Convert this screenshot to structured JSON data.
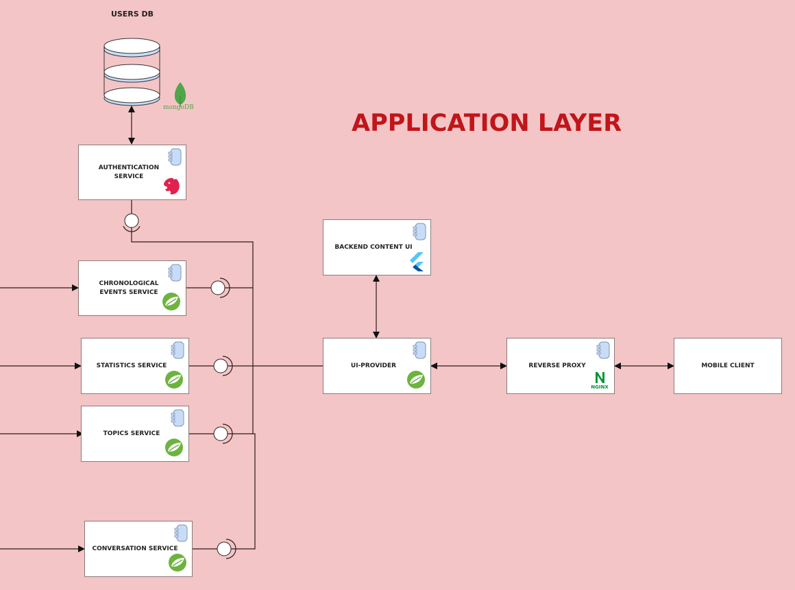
{
  "diagram": {
    "title": "APPLICATION LAYER",
    "colors": {
      "background": "#f4c5c6",
      "title": "#c0161a",
      "box_fill": "#ffffff",
      "component_icon": "#c9dcf7",
      "spring": "#6db33f",
      "nest": "#e0234e",
      "nginx": "#009639",
      "mongodb": "#4fa64b",
      "flutter_light": "#54c5f8",
      "flutter_dark": "#01579b"
    },
    "database": {
      "label": "USERS DB",
      "technology": "mongoDB",
      "icon": "database-cylinder-icon"
    },
    "services": [
      {
        "id": "auth",
        "label": "AUTHENTICATION\nSERVICE",
        "technology": "NestJS",
        "icon": "nestjs-icon"
      },
      {
        "id": "chrono",
        "label": "CHRONOLOGICAL\nEVENTS SERVICE",
        "technology": "Spring",
        "icon": "spring-icon"
      },
      {
        "id": "stats",
        "label": "STATISTICS SERVICE",
        "technology": "Spring",
        "icon": "spring-icon"
      },
      {
        "id": "topics",
        "label": "TOPICS SERVICE",
        "technology": "Spring",
        "icon": "spring-icon"
      },
      {
        "id": "conv",
        "label": "CONVERSATION SERVICE",
        "technology": "Spring",
        "icon": "spring-icon"
      },
      {
        "id": "backend_ui",
        "label": "BACKEND CONTENT UI",
        "technology": "Flutter",
        "icon": "flutter-icon"
      },
      {
        "id": "ui_provider",
        "label": "UI-PROVIDER",
        "technology": "Spring",
        "icon": "spring-icon"
      },
      {
        "id": "proxy",
        "label": "REVERSE PROXY",
        "technology": "NGINX",
        "icon": "nginx-icon"
      },
      {
        "id": "mobile",
        "label": "MOBILE CLIENT",
        "technology": "",
        "icon": ""
      }
    ],
    "connections": [
      {
        "from": "database",
        "to": "auth",
        "type": "bidirectional"
      },
      {
        "from": "auth",
        "to": "ui_provider",
        "type": "provided-interface"
      },
      {
        "from": "chrono",
        "to": "ui_provider",
        "type": "provided-interface"
      },
      {
        "from": "stats",
        "to": "ui_provider",
        "type": "provided-interface"
      },
      {
        "from": "topics",
        "to": "ui_provider",
        "type": "provided-interface"
      },
      {
        "from": "conv",
        "to": "ui_provider",
        "type": "provided-interface"
      },
      {
        "from": "backend_ui",
        "to": "ui_provider",
        "type": "bidirectional"
      },
      {
        "from": "ui_provider",
        "to": "proxy",
        "type": "bidirectional"
      },
      {
        "from": "proxy",
        "to": "mobile",
        "type": "bidirectional"
      },
      {
        "from": "offscreen-left",
        "to": "chrono",
        "type": "directed"
      },
      {
        "from": "offscreen-left",
        "to": "stats",
        "type": "directed"
      },
      {
        "from": "offscreen-left",
        "to": "topics",
        "type": "directed"
      },
      {
        "from": "offscreen-left",
        "to": "conv",
        "type": "directed"
      }
    ]
  }
}
